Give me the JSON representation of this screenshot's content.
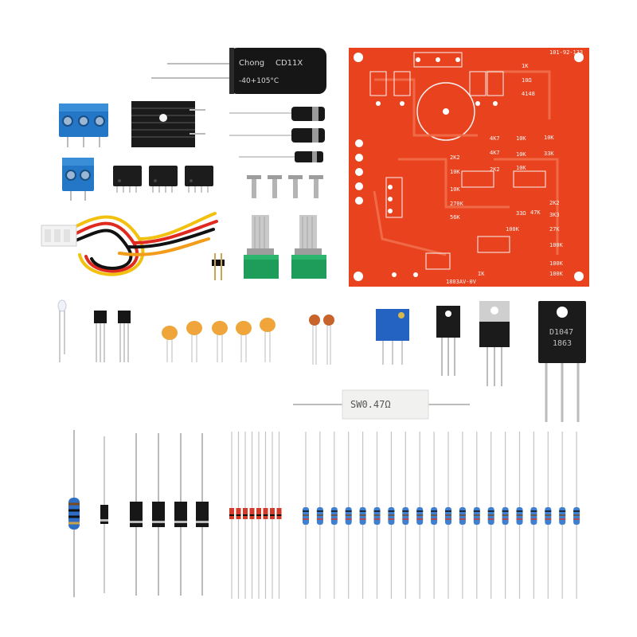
{
  "capacitor_main": {
    "brand": "Chong",
    "series": "CD11X",
    "rating": "-40+105°C"
  },
  "power_resistor": {
    "label": "SW0.47Ω"
  },
  "transistor_big": {
    "line1": "D1047",
    "line2": "1863"
  },
  "pcb": {
    "top_label": "101-92-133",
    "bottom_label": "1803AV-0V",
    "labels": [
      "1K",
      "10K",
      "33K",
      "56K",
      "10K",
      "2K2",
      "4K7",
      "10K",
      "2K2",
      "4K7",
      "10K",
      "10K",
      "47K",
      "10K",
      "100K",
      "3K3",
      "100K",
      "27K",
      "2K2",
      "100K",
      "100K",
      "270K",
      "33Ω",
      "10Ω",
      "4148",
      "IK"
    ]
  },
  "colors": {
    "pcb": "#e8431e",
    "terminal": "#2374c4",
    "heatsink": "#1a1a1a",
    "resistor_body": "#2e6ec5"
  }
}
